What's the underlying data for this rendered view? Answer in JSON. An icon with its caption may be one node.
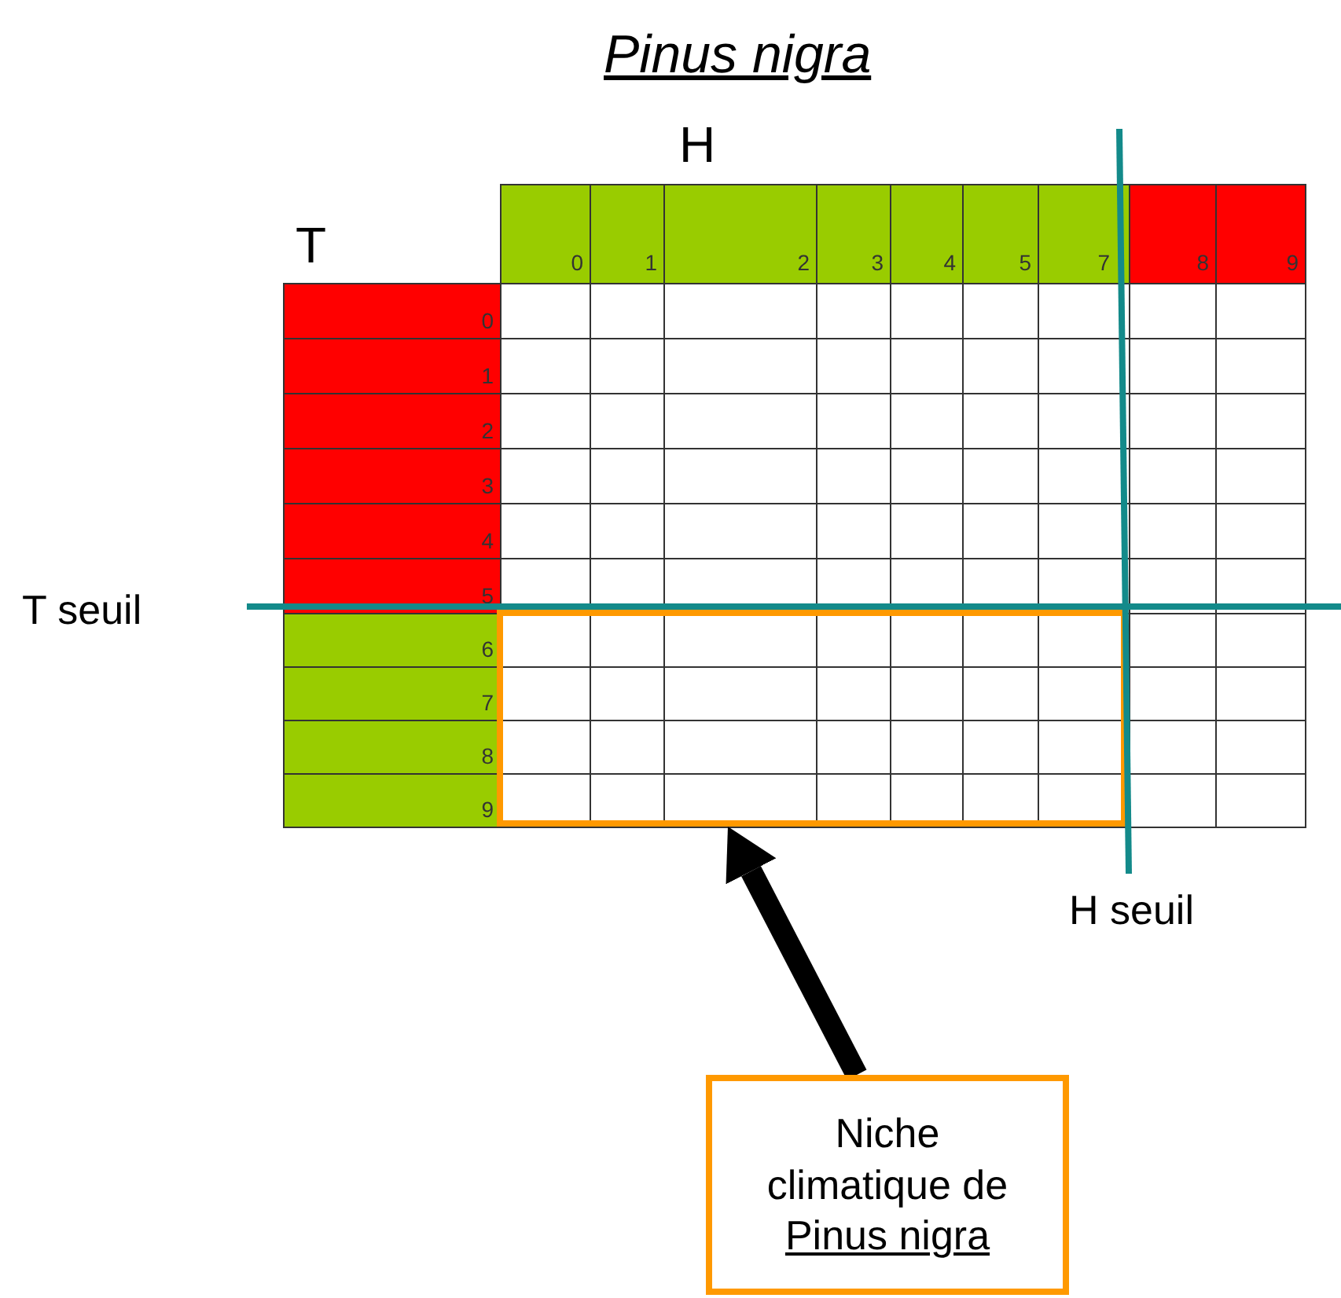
{
  "diagram": {
    "title": "Pinus nigra",
    "nodes": [
      {
        "text": [],
        "shape": "box"
      },
      {
        "text": [
          "Niche climatique de",
          "Pinus nigra"
        ]
      }
    ],
    "edges": [
      {
        "from": 1,
        "to": 0,
        "arrow": "to"
      }
    ],
    "labels": [
      "H",
      "T",
      "0",
      "1",
      "2",
      "3",
      "4",
      "5",
      "7",
      "8",
      "9",
      "0",
      "1",
      "2",
      "3",
      "4",
      "5",
      "6",
      "7",
      "8",
      "9",
      "T seuil",
      "H seuil"
    ]
  }
}
